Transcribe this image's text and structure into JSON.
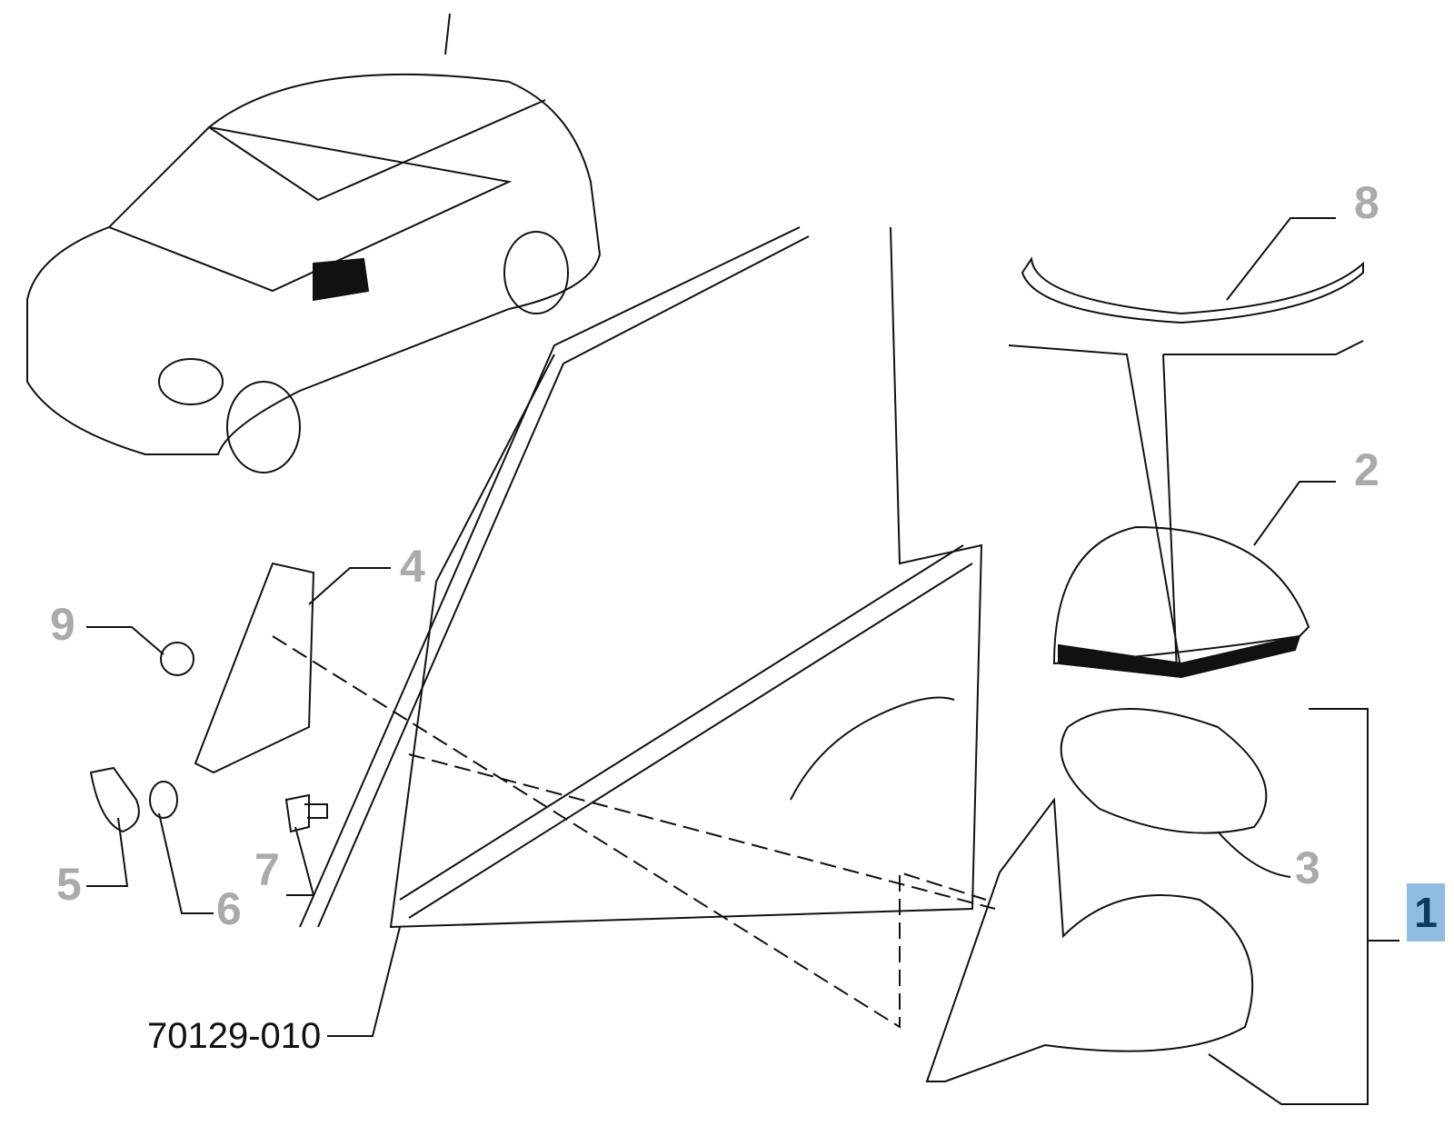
{
  "diagram": {
    "reference_code": "70129-010",
    "callouts": [
      {
        "id": "8",
        "label": "8"
      },
      {
        "id": "2",
        "label": "2"
      },
      {
        "id": "4",
        "label": "4"
      },
      {
        "id": "9",
        "label": "9"
      },
      {
        "id": "3",
        "label": "3"
      },
      {
        "id": "1",
        "label": "1",
        "selected": true
      },
      {
        "id": "5",
        "label": "5"
      },
      {
        "id": "6",
        "label": "6"
      },
      {
        "id": "7",
        "label": "7"
      }
    ],
    "colors": {
      "callout": "#aaaaaa",
      "selected_bg": "#8fbde2",
      "selected_text": "#0c3a5f",
      "line": "#111111"
    }
  }
}
